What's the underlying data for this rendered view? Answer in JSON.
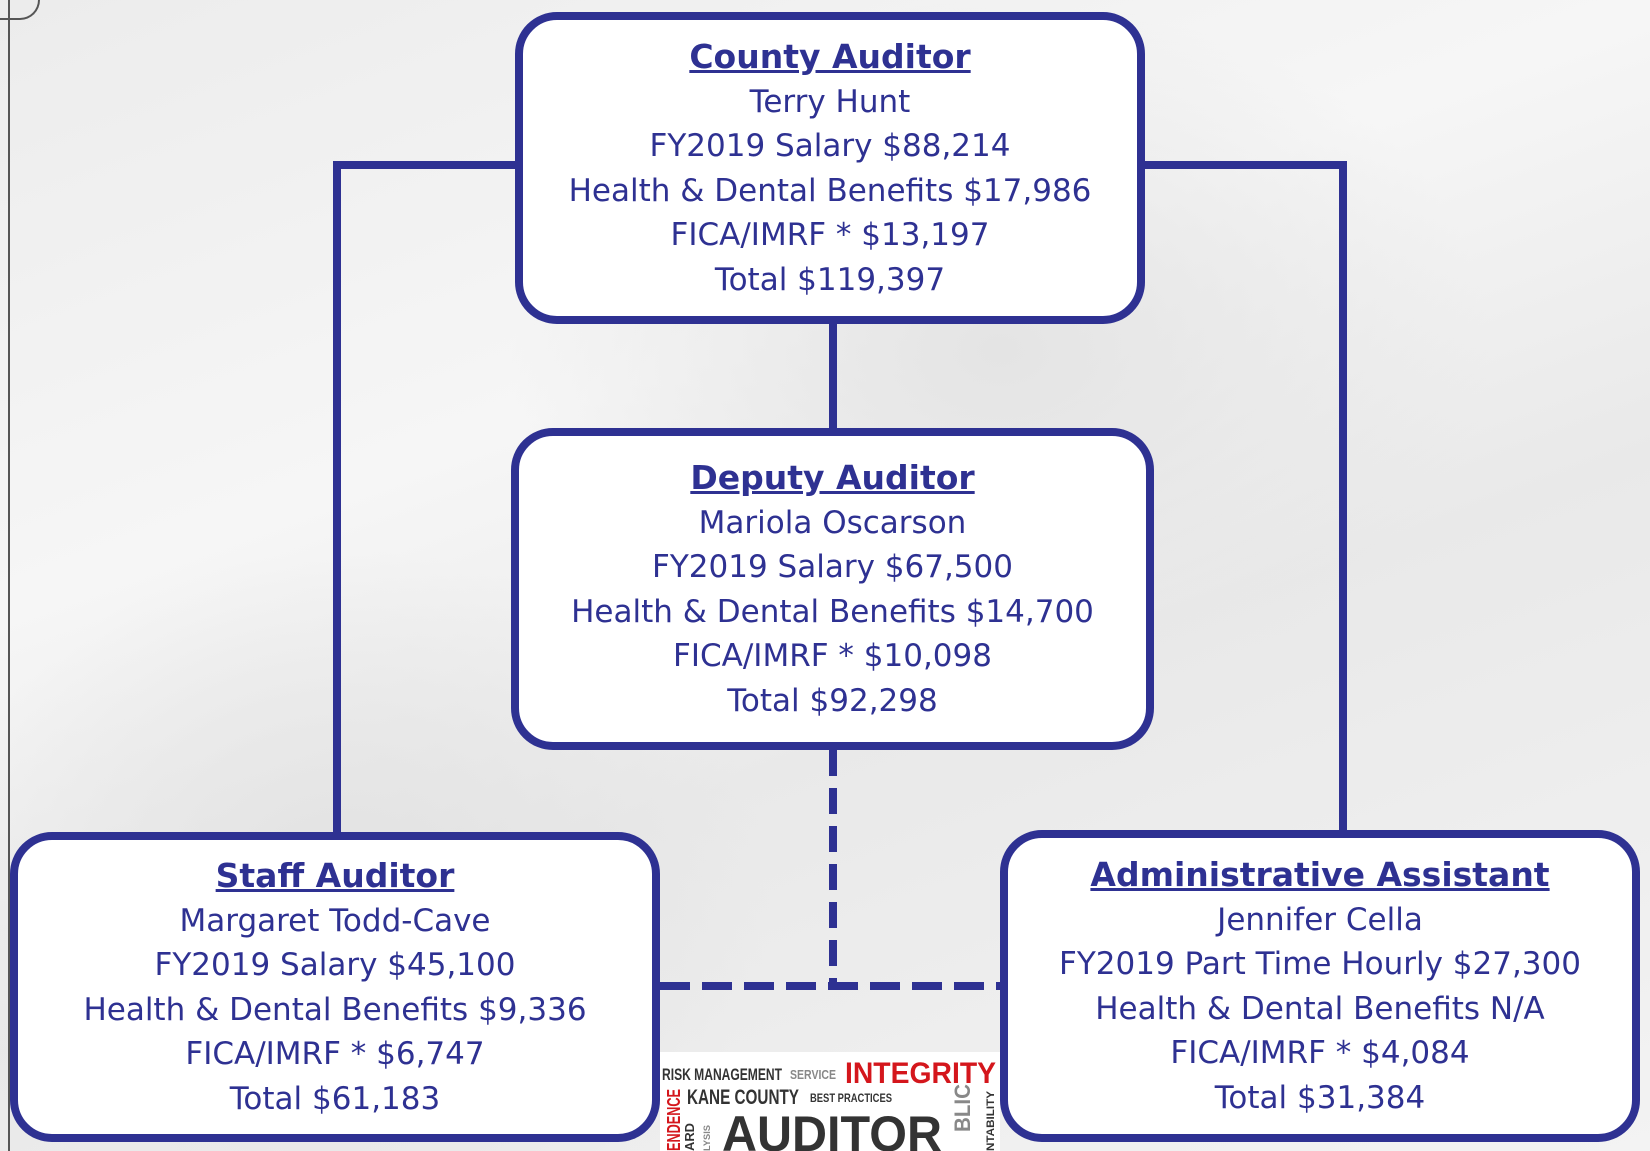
{
  "colors": {
    "accent": "#2e3192",
    "box_fill": "#ffffff",
    "logo_red": "#d4161c",
    "logo_dark": "#333333",
    "logo_gray": "#888888"
  },
  "county_auditor": {
    "title": "County Auditor",
    "name": "Terry Hunt",
    "salary": "FY2019 Salary $88,214",
    "benefits": "Health & Dental Benefits $17,986",
    "fica": "FICA/IMRF * $13,197",
    "total": "Total $119,397"
  },
  "deputy_auditor": {
    "title": "Deputy Auditor",
    "name": "Mariola Oscarson",
    "salary": "FY2019 Salary $67,500",
    "benefits": "Health & Dental Benefits $14,700",
    "fica": "FICA/IMRF * $10,098",
    "total": "Total $92,298"
  },
  "staff_auditor": {
    "title": "Staff Auditor",
    "name": "Margaret Todd-Cave",
    "salary": "FY2019 Salary $45,100",
    "benefits": "Health & Dental Benefits $9,336",
    "fica": "FICA/IMRF * $6,747",
    "total": "Total $61,183"
  },
  "admin_assistant": {
    "title": "Administrative Assistant",
    "name": "Jennifer Cella",
    "salary": "FY2019 Part Time Hourly $27,300",
    "benefits": "Health & Dental Benefits N/A",
    "fica": "FICA/IMRF * $4,084",
    "total": "Total $31,384"
  },
  "logo": {
    "risk": "RISK MANAGEMENT",
    "service": "SERVICE",
    "integrity": "INTEGRITY",
    "kane": "KANE COUNTY",
    "best": "BEST PRACTICES",
    "auditor": "AUDITOR",
    "left_vertical": "ENDENCE",
    "ard": "ARD",
    "lysis": "LYSIS",
    "blic": "BLIC",
    "ntability": "NTABILITY"
  }
}
